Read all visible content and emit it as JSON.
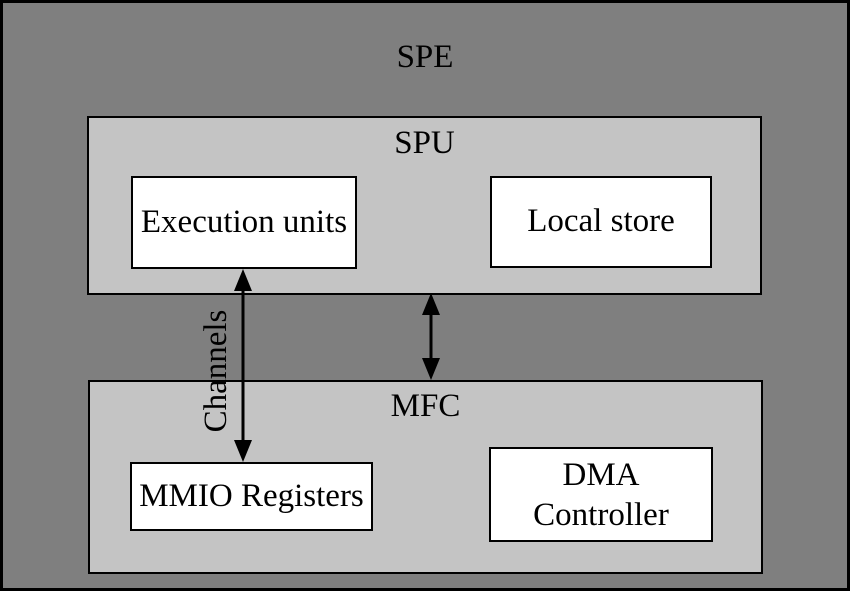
{
  "diagram": {
    "spe_label": "SPE",
    "spu_label": "SPU",
    "mfc_label": "MFC",
    "execution_units_label": "Execution units",
    "local_store_label": "Local store",
    "mmio_registers_label": "MMIO Registers",
    "dma_controller_label": "DMA Controller",
    "channels_label": "Channels",
    "arrows": [
      {
        "name": "channels-arrow",
        "from": "Execution units",
        "to": "MMIO Registers",
        "type": "double-headed"
      },
      {
        "name": "spu-mfc-arrow",
        "from": "SPU",
        "to": "MFC",
        "type": "double-headed"
      }
    ],
    "colors": {
      "outer_background": "#7f7f7f",
      "inner_background": "#c4c4c4",
      "component_background": "#ffffff",
      "border": "#000000",
      "arrow": "#000000",
      "text": "#000000"
    }
  }
}
